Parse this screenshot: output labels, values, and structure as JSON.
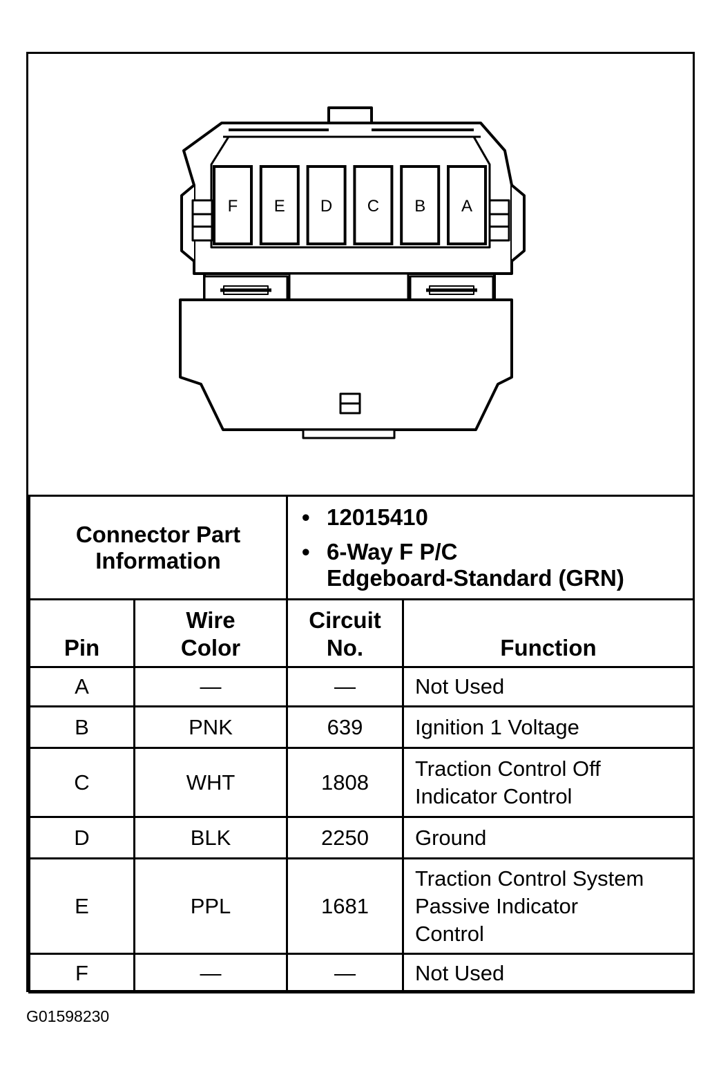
{
  "connector": {
    "cavities": [
      "F",
      "E",
      "D",
      "C",
      "B",
      "A"
    ]
  },
  "part_info": {
    "label": "Connector Part Information",
    "part_number": "12015410",
    "description_line1": "6-Way F P/C",
    "description_line2": "Edgeboard-Standard (GRN)"
  },
  "table": {
    "headers": {
      "pin": "Pin",
      "wire_color": "Wire Color",
      "circuit_no": "Circuit No.",
      "function": "Function"
    },
    "rows": [
      {
        "pin": "A",
        "wire_color": "—",
        "circuit": "—",
        "function_lines": [
          "Not Used"
        ]
      },
      {
        "pin": "B",
        "wire_color": "PNK",
        "circuit": "639",
        "function_lines": [
          "Ignition 1 Voltage"
        ]
      },
      {
        "pin": "C",
        "wire_color": "WHT",
        "circuit": "1808",
        "function_lines": [
          "Traction Control Off",
          "Indicator Control"
        ]
      },
      {
        "pin": "D",
        "wire_color": "BLK",
        "circuit": "2250",
        "function_lines": [
          "Ground"
        ]
      },
      {
        "pin": "E",
        "wire_color": "PPL",
        "circuit": "1681",
        "function_lines": [
          "Traction Control System",
          "Passive Indicator",
          "Control"
        ]
      },
      {
        "pin": "F",
        "wire_color": "—",
        "circuit": "—",
        "function_lines": [
          "Not Used"
        ]
      }
    ]
  },
  "figure_id": "G01598230"
}
